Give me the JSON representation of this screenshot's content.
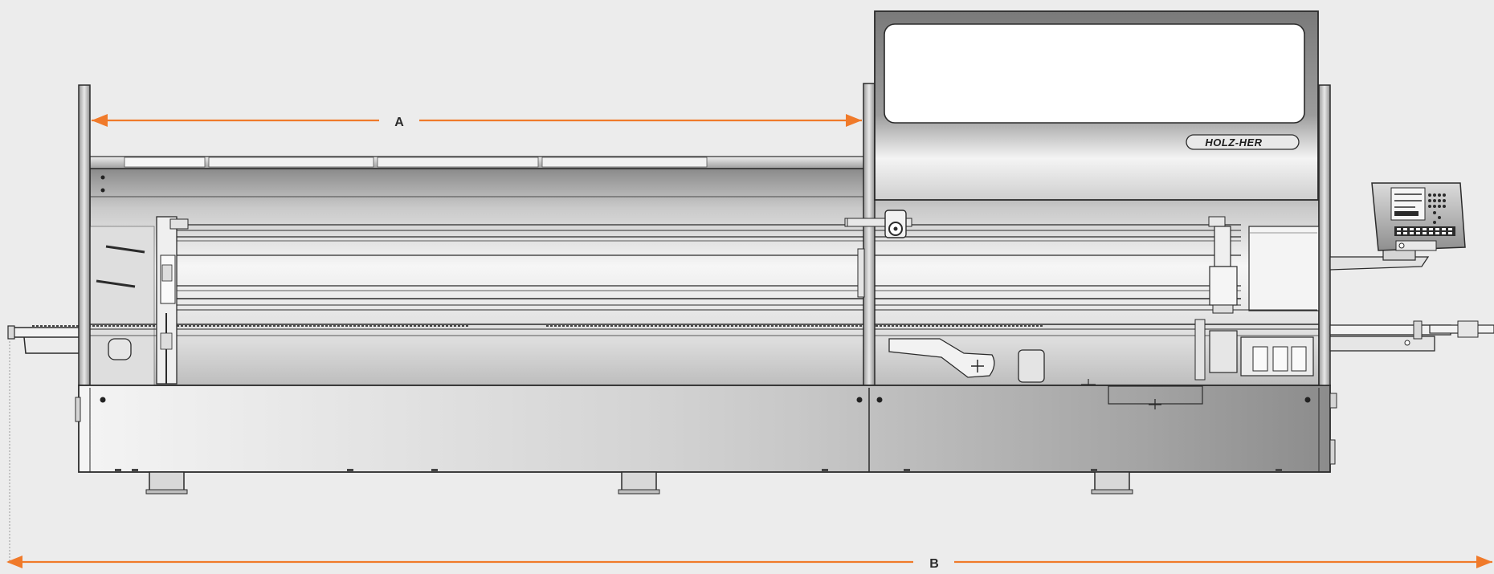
{
  "dimensions": {
    "a_label": "A",
    "b_label": "B"
  },
  "brand": {
    "logo_text": "HOLZ-HER"
  },
  "colors": {
    "background": "#ececec",
    "dimension_arrow": "#f07a2a",
    "outline": "#2b2b2b",
    "panel_light": "#f4f4f4",
    "panel_dark": "#8e8e8e"
  }
}
